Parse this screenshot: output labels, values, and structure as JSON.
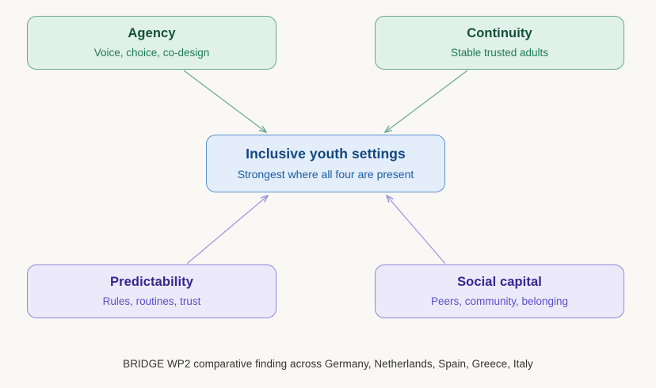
{
  "diagram": {
    "type": "concept-map",
    "background_color": "#faf8f4",
    "caption": "BRIDGE WP2 comparative finding across Germany, Netherlands, Spain, Greece, Italy",
    "nodes": [
      {
        "id": "agency",
        "title": "Agency",
        "subtitle": "Voice, choice, co-design",
        "fill": "#e0f1e9",
        "border": "#69a98c",
        "title_color": "#12503c",
        "subtitle_color": "#1c7a5b",
        "position": "top-left"
      },
      {
        "id": "continuity",
        "title": "Continuity",
        "subtitle": "Stable trusted adults",
        "fill": "#e0f1e9",
        "border": "#69a98c",
        "title_color": "#12503c",
        "subtitle_color": "#1c7a5b",
        "position": "top-right"
      },
      {
        "id": "center",
        "title": "Inclusive youth settings",
        "subtitle": "Strongest where all four are present",
        "fill": "#e4eefb",
        "border": "#5b92d0",
        "title_color": "#14477f",
        "subtitle_color": "#1b5ba3",
        "position": "center"
      },
      {
        "id": "predictability",
        "title": "Predictability",
        "subtitle": "Rules, routines, trust",
        "fill": "#eceafa",
        "border": "#8f88dd",
        "title_color": "#36268f",
        "subtitle_color": "#5a4ecb",
        "position": "bottom-left"
      },
      {
        "id": "social-capital",
        "title": "Social capital",
        "subtitle": "Peers, community, belonging",
        "fill": "#eceafa",
        "border": "#8f88dd",
        "title_color": "#36268f",
        "subtitle_color": "#5a4ecb",
        "position": "bottom-right"
      }
    ],
    "edges": [
      {
        "from": "agency",
        "to": "center",
        "color": "#6aa98c",
        "arrow": true
      },
      {
        "from": "continuity",
        "to": "center",
        "color": "#6aa98c",
        "arrow": true
      },
      {
        "from": "predictability",
        "to": "center",
        "color": "#9a92e0",
        "arrow": true
      },
      {
        "from": "social-capital",
        "to": "center",
        "color": "#9a92e0",
        "arrow": true
      }
    ]
  }
}
